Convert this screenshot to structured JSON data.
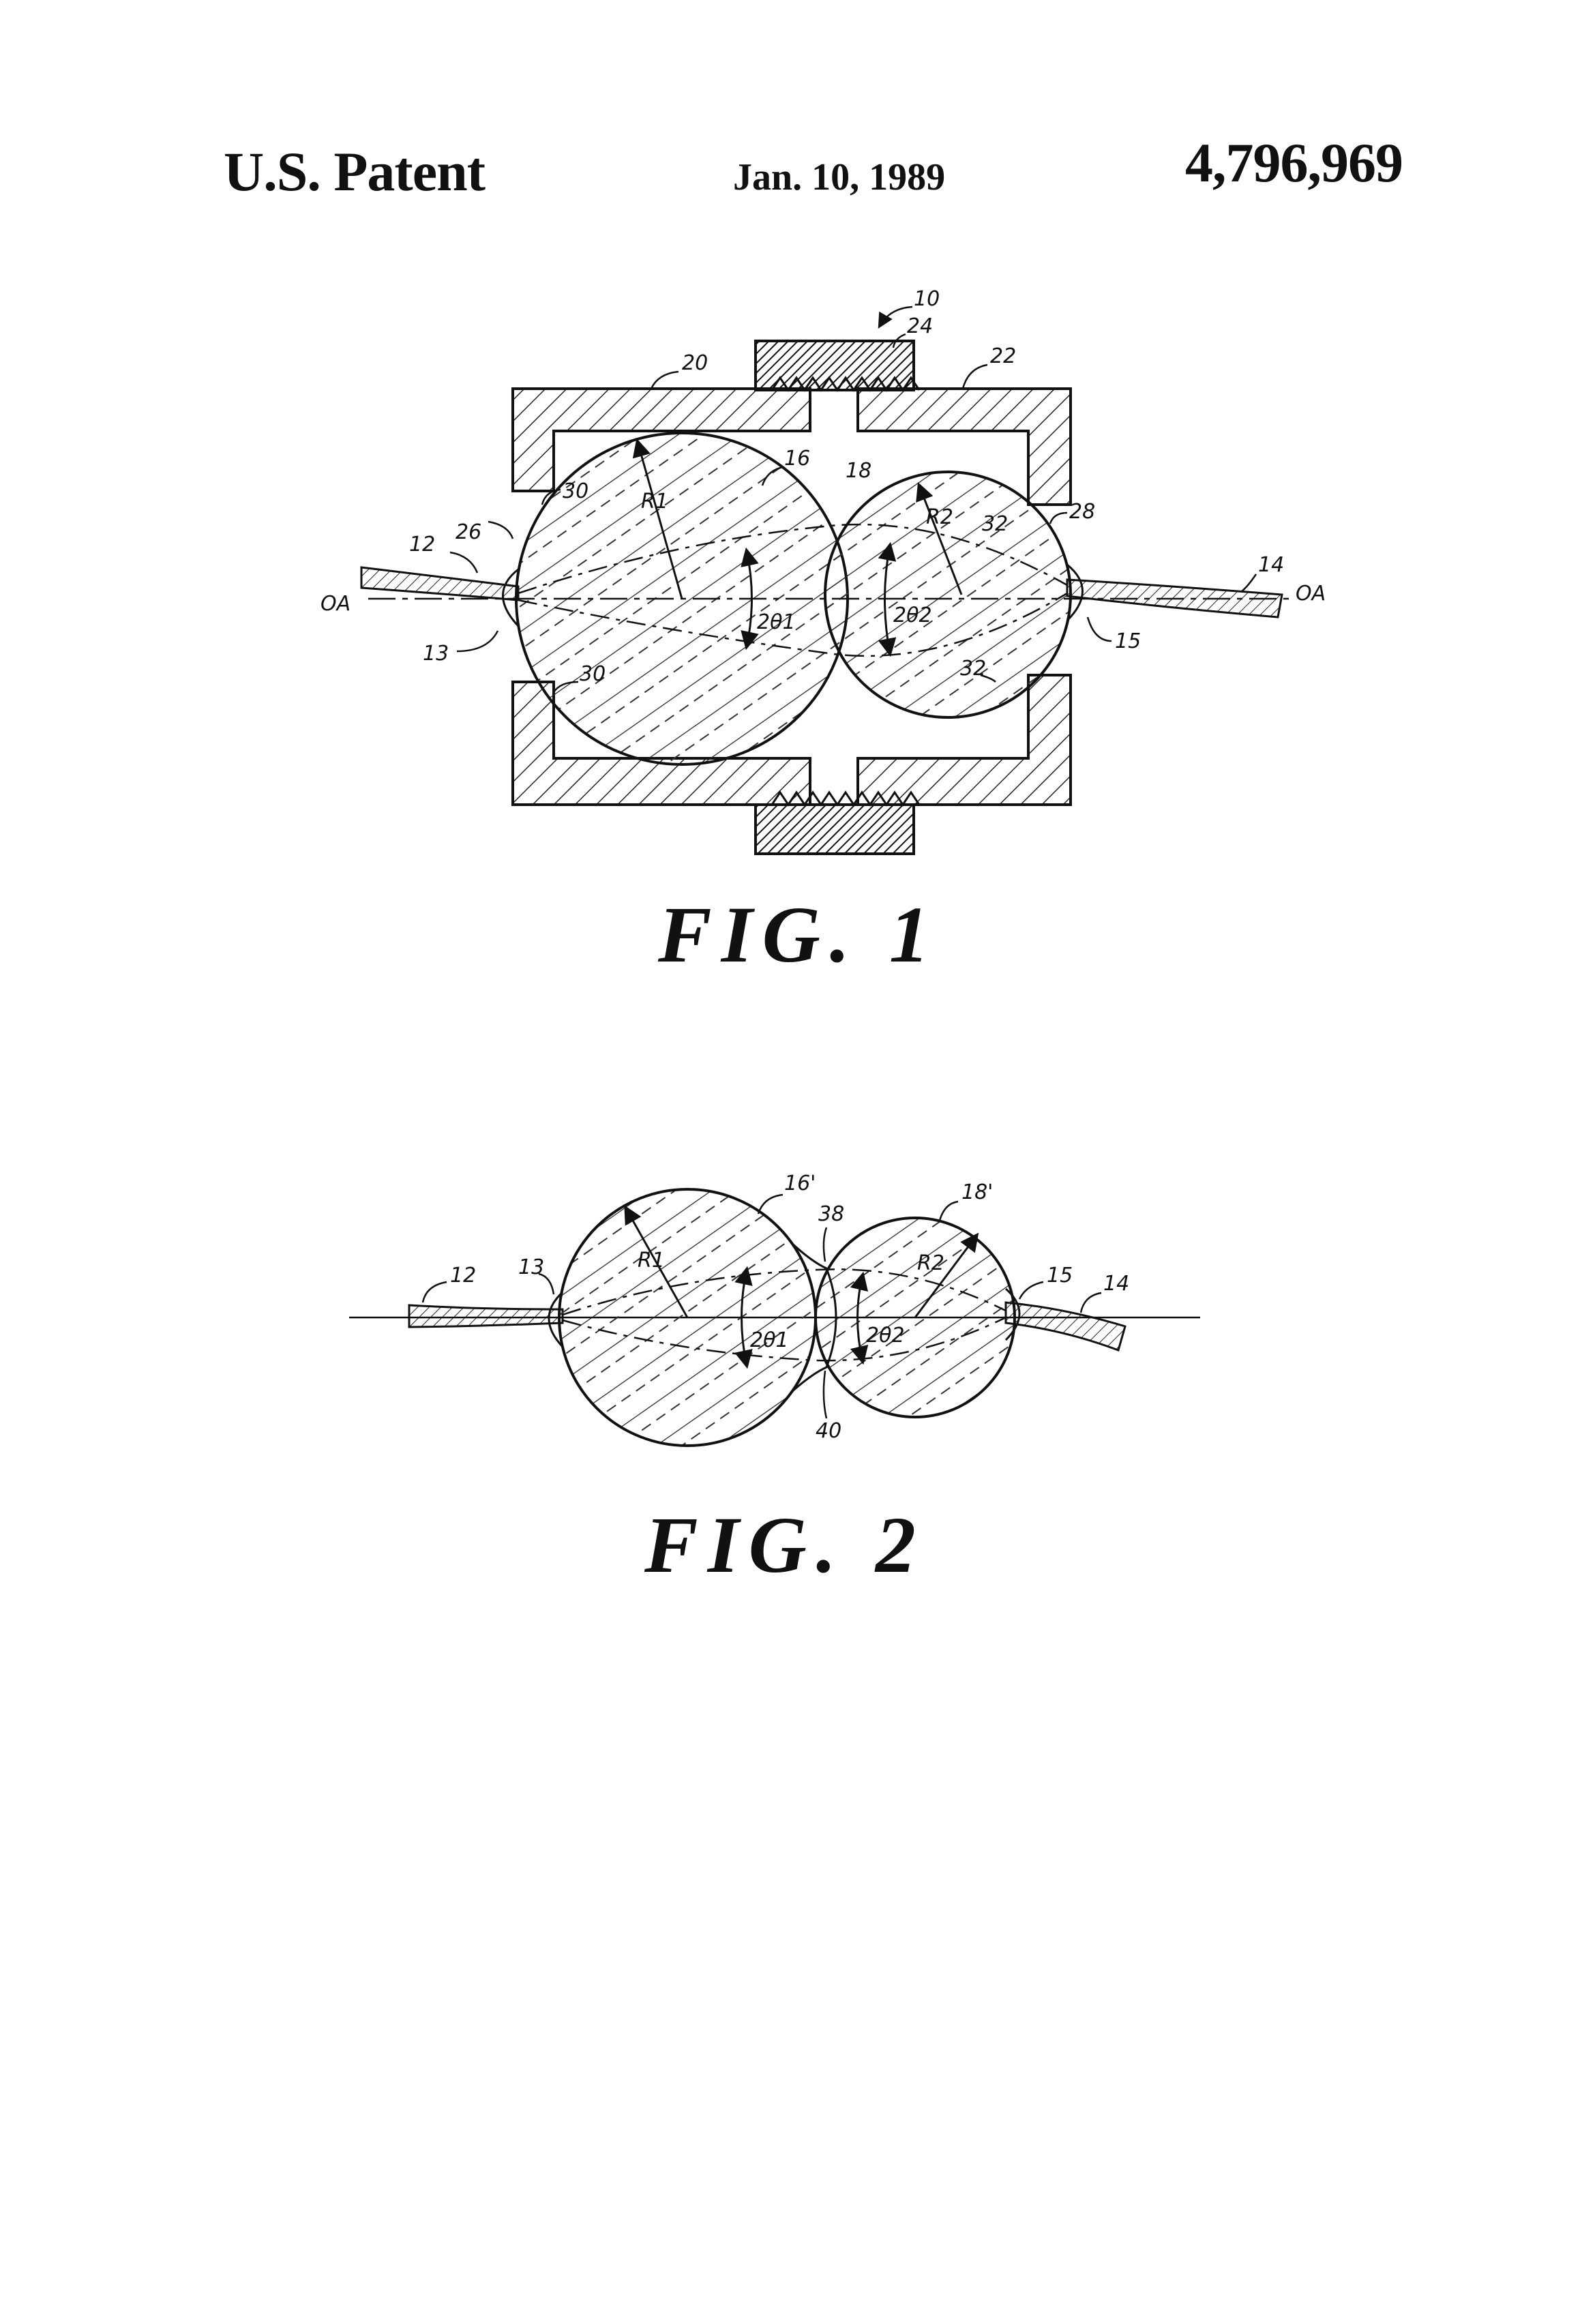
{
  "header": {
    "left": "U.S. Patent",
    "date": "Jan. 10, 1989",
    "patent_number": "4,796,969"
  },
  "fig1": {
    "caption": "FIG. 1",
    "labels": {
      "assembly": "10",
      "fiber_left": "12",
      "fiber_right": "14",
      "epoxy_left": "13",
      "epoxy_right": "15",
      "lens_left": "16",
      "lens_right": "18",
      "housing_left": "20",
      "housing_right": "22",
      "coupler": "24",
      "seat_left": "26",
      "seat_right": "28",
      "contact_left_top": "30",
      "contact_left_bottom": "30",
      "contact_right_top": "32",
      "contact_right_bottom": "32",
      "radius_left": "R1",
      "radius_right": "R2",
      "angle_left": "2θ1",
      "angle_right": "2θ2",
      "axis_left": "OA",
      "axis_right": "OA"
    }
  },
  "fig2": {
    "caption": "FIG. 2",
    "labels": {
      "fiber_left": "12",
      "fiber_right": "14",
      "epoxy_left": "13",
      "epoxy_right": "15",
      "lens_left": "16'",
      "lens_right": "18'",
      "bond_top": "38",
      "bond_bottom": "40",
      "radius_left": "R1",
      "radius_right": "R2",
      "angle_left": "2θ1",
      "angle_right": "2θ2"
    }
  }
}
